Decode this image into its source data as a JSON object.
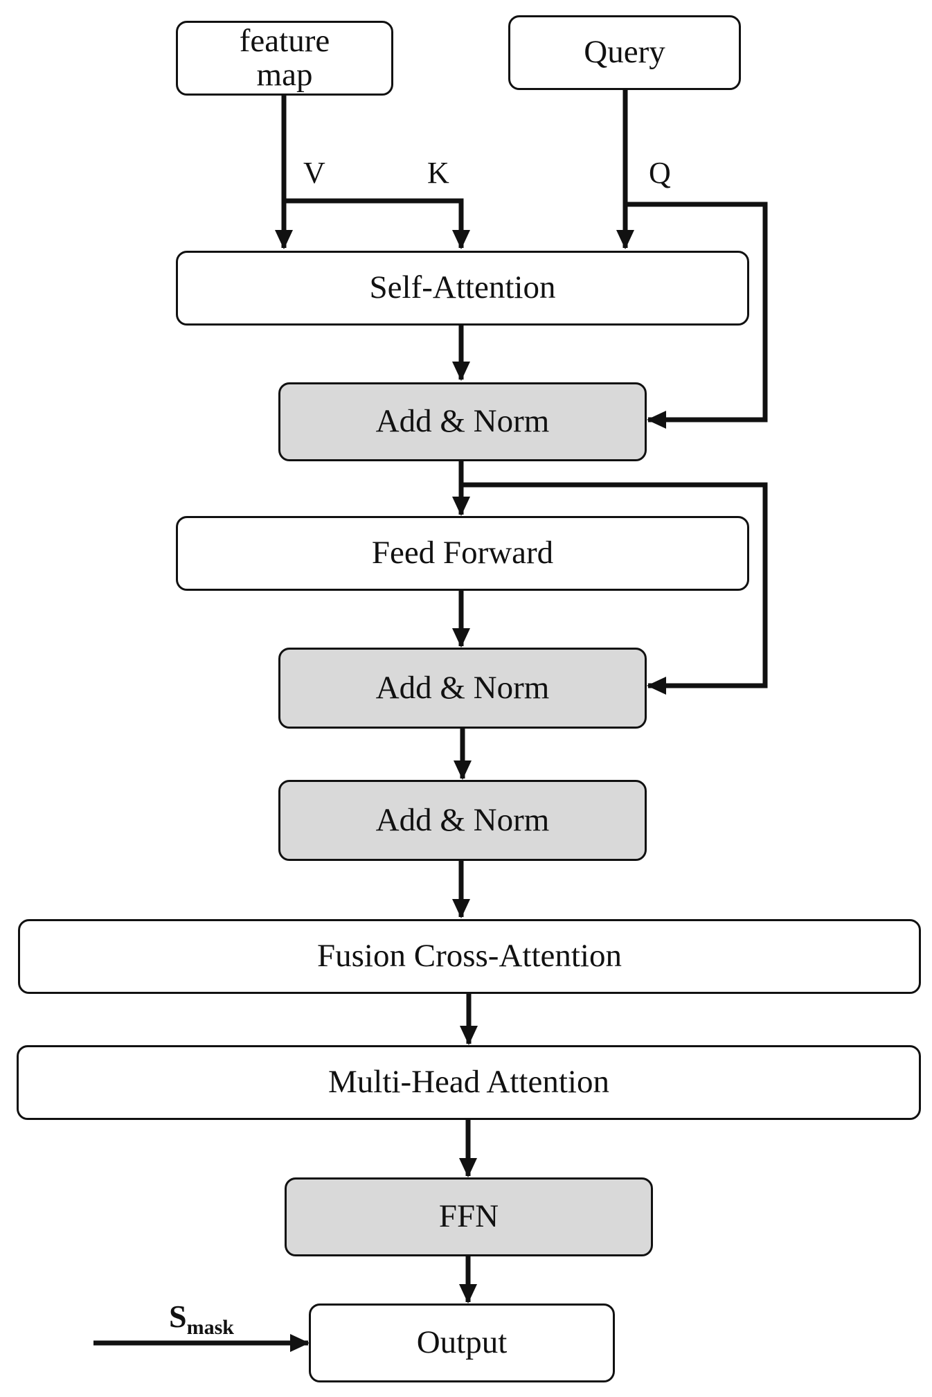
{
  "nodes": {
    "feature_map": "feature map",
    "query": "Query",
    "self_attention": "Self-Attention",
    "add_norm_1": "Add & Norm",
    "feed_forward": "Feed Forward",
    "add_norm_2": "Add & Norm",
    "add_norm_3": "Add & Norm",
    "fusion_cross_attention": "Fusion Cross-Attention",
    "multi_head_attention": "Multi-Head Attention",
    "ffn": "FFN",
    "output": "Output"
  },
  "edge_labels": {
    "v": "V",
    "k": "K",
    "q": "Q"
  },
  "input": {
    "s_main": "S",
    "s_sub": "mask"
  },
  "colors": {
    "stroke": "#111111",
    "gray_fill": "#d9d9d9",
    "white_fill": "#ffffff"
  }
}
